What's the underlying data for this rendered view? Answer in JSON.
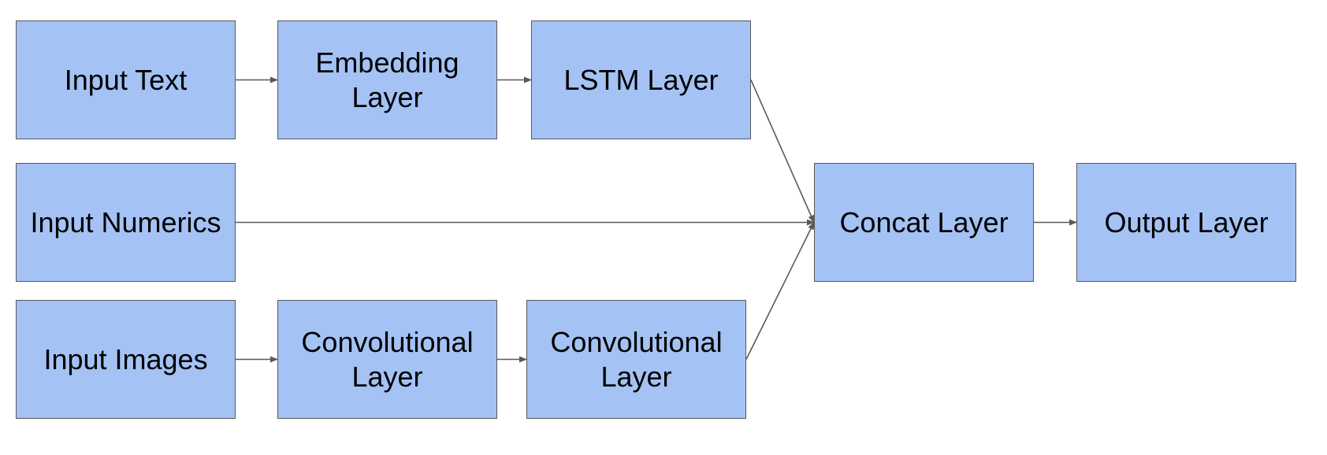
{
  "colors": {
    "node_fill": "#a4c2f4",
    "node_border": "#595959",
    "edge": "#595959"
  },
  "nodes": {
    "input_text": "Input Text",
    "embedding": "Embedding Layer",
    "lstm": "LSTM Layer",
    "input_numerics": "Input Numerics",
    "input_images": "Input Images",
    "conv_1": "Convolutional Layer",
    "conv_2": "Convolutional Layer",
    "concat": "Concat Layer",
    "output": "Output Layer"
  },
  "edges": [
    {
      "from": "input_text",
      "to": "embedding"
    },
    {
      "from": "embedding",
      "to": "lstm"
    },
    {
      "from": "lstm",
      "to": "concat"
    },
    {
      "from": "input_numerics",
      "to": "concat"
    },
    {
      "from": "input_images",
      "to": "conv_1"
    },
    {
      "from": "conv_1",
      "to": "conv_2"
    },
    {
      "from": "conv_2",
      "to": "concat"
    },
    {
      "from": "concat",
      "to": "output"
    }
  ]
}
